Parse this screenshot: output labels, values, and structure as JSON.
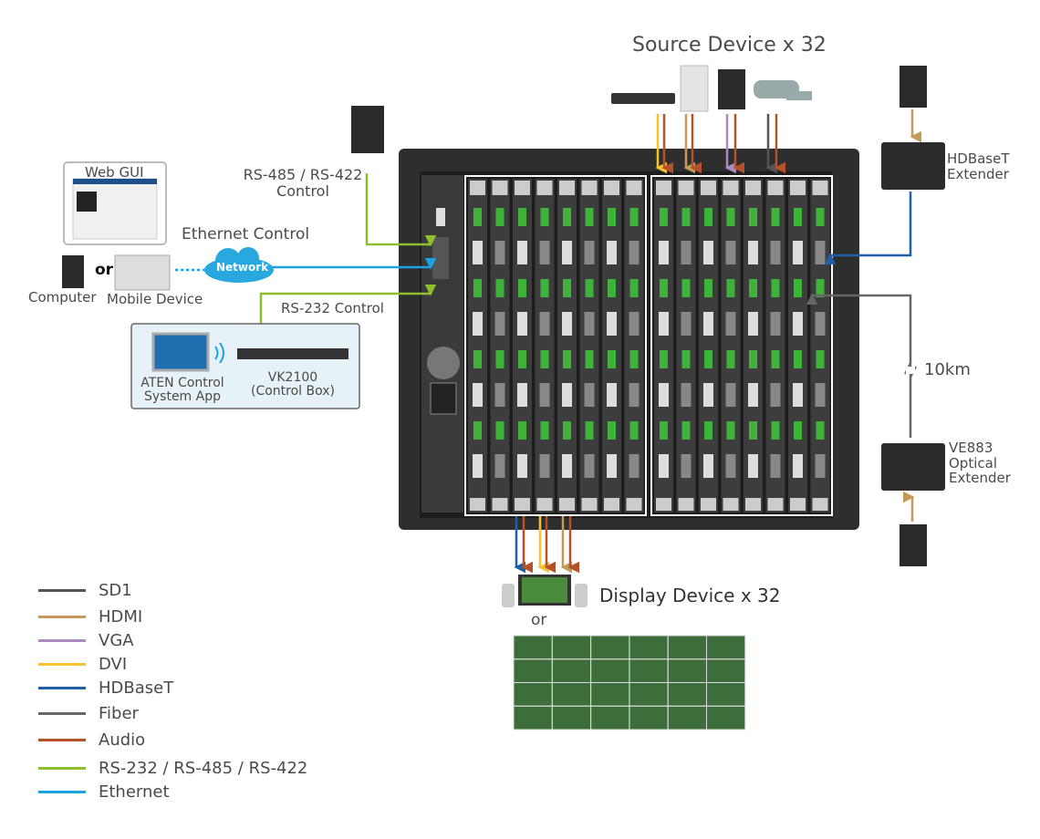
{
  "labels": {
    "source_devices": "Source Device x 32",
    "display_devices": "Display Device x 32",
    "display_or": "or",
    "rs485_control": "RS-485 / RS-422\nControl",
    "web_gui": "Web GUI",
    "ethernet_control": "Ethernet Control",
    "network": "Network",
    "computer": "Computer",
    "or": "or",
    "mobile_device": "Mobile Device",
    "rs232_control": "RS-232 Control",
    "aten_app": "ATEN Control\nSystem App",
    "vk2100": "VK2100\n(Control Box)",
    "hdbaset_extender": "HDBaseT\nExtender",
    "distance": "10km",
    "optical_extender": "VE883\nOptical\nExtender"
  },
  "legend": [
    {
      "label": "SD1",
      "color": "#555555"
    },
    {
      "label": "HDMI",
      "color": "#c49a5a"
    },
    {
      "label": "VGA",
      "color": "#a98bc0"
    },
    {
      "label": "DVI",
      "color": "#f5c230"
    },
    {
      "label": "HDBaseT",
      "color": "#1f5fa8"
    },
    {
      "label": "Fiber",
      "color": "#666666"
    },
    {
      "label": "Audio",
      "color": "#b5522a"
    },
    {
      "label": "RS-232 / RS-485 / RS-422",
      "color": "#8dbf2e"
    },
    {
      "label": "Ethernet",
      "color": "#1aa3e0"
    }
  ],
  "colors": {
    "sd1": "#555555",
    "hdmi": "#c49a5a",
    "vga": "#a98bc0",
    "dvi": "#f5c230",
    "hdbaset": "#1f5fa8",
    "fiber": "#666666",
    "audio": "#b5522a",
    "rs": "#8dbf2e",
    "ethernet": "#1aa3e0",
    "chassis": "#2e2e2e"
  }
}
